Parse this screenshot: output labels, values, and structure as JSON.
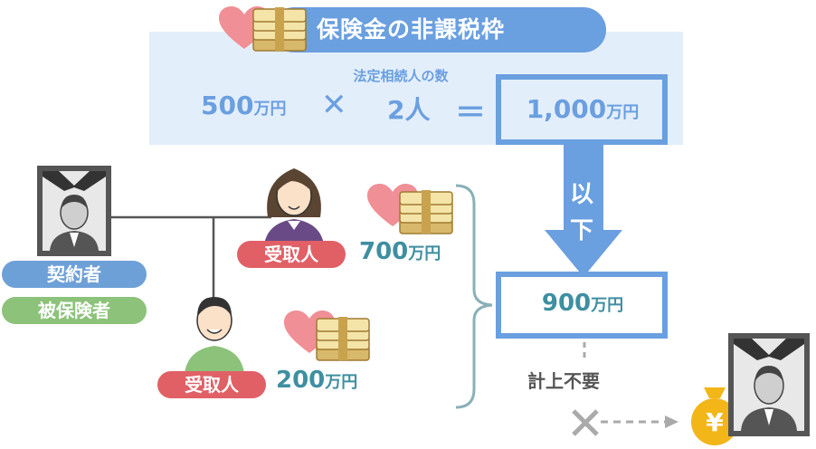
{
  "title": "保険金の非課税枠",
  "formula": {
    "sub_label": "法定相続人の数",
    "base_num": "500",
    "base_unit": "万円",
    "multiply_sign": "✕",
    "count": "2人",
    "equals_sign": "＝",
    "result_num": "1,000",
    "result_unit": "万円"
  },
  "arrow_label": [
    "以",
    "下"
  ],
  "policy": {
    "contractor_label": "契約者",
    "insured_label": "被保険者"
  },
  "recipients": [
    {
      "label": "受取人",
      "amount_num": "700",
      "amount_unit": "万円"
    },
    {
      "label": "受取人",
      "amount_num": "200",
      "amount_unit": "万円"
    }
  ],
  "total": {
    "num": "900",
    "unit": "万円"
  },
  "no_need_label": "計上不要",
  "colors": {
    "blue": "#6a9fe0",
    "light_blue": "#e3eefb",
    "teal": "#3e8fa0",
    "red": "#e06066",
    "green": "#8cc27a",
    "gold": "#f2b619"
  }
}
